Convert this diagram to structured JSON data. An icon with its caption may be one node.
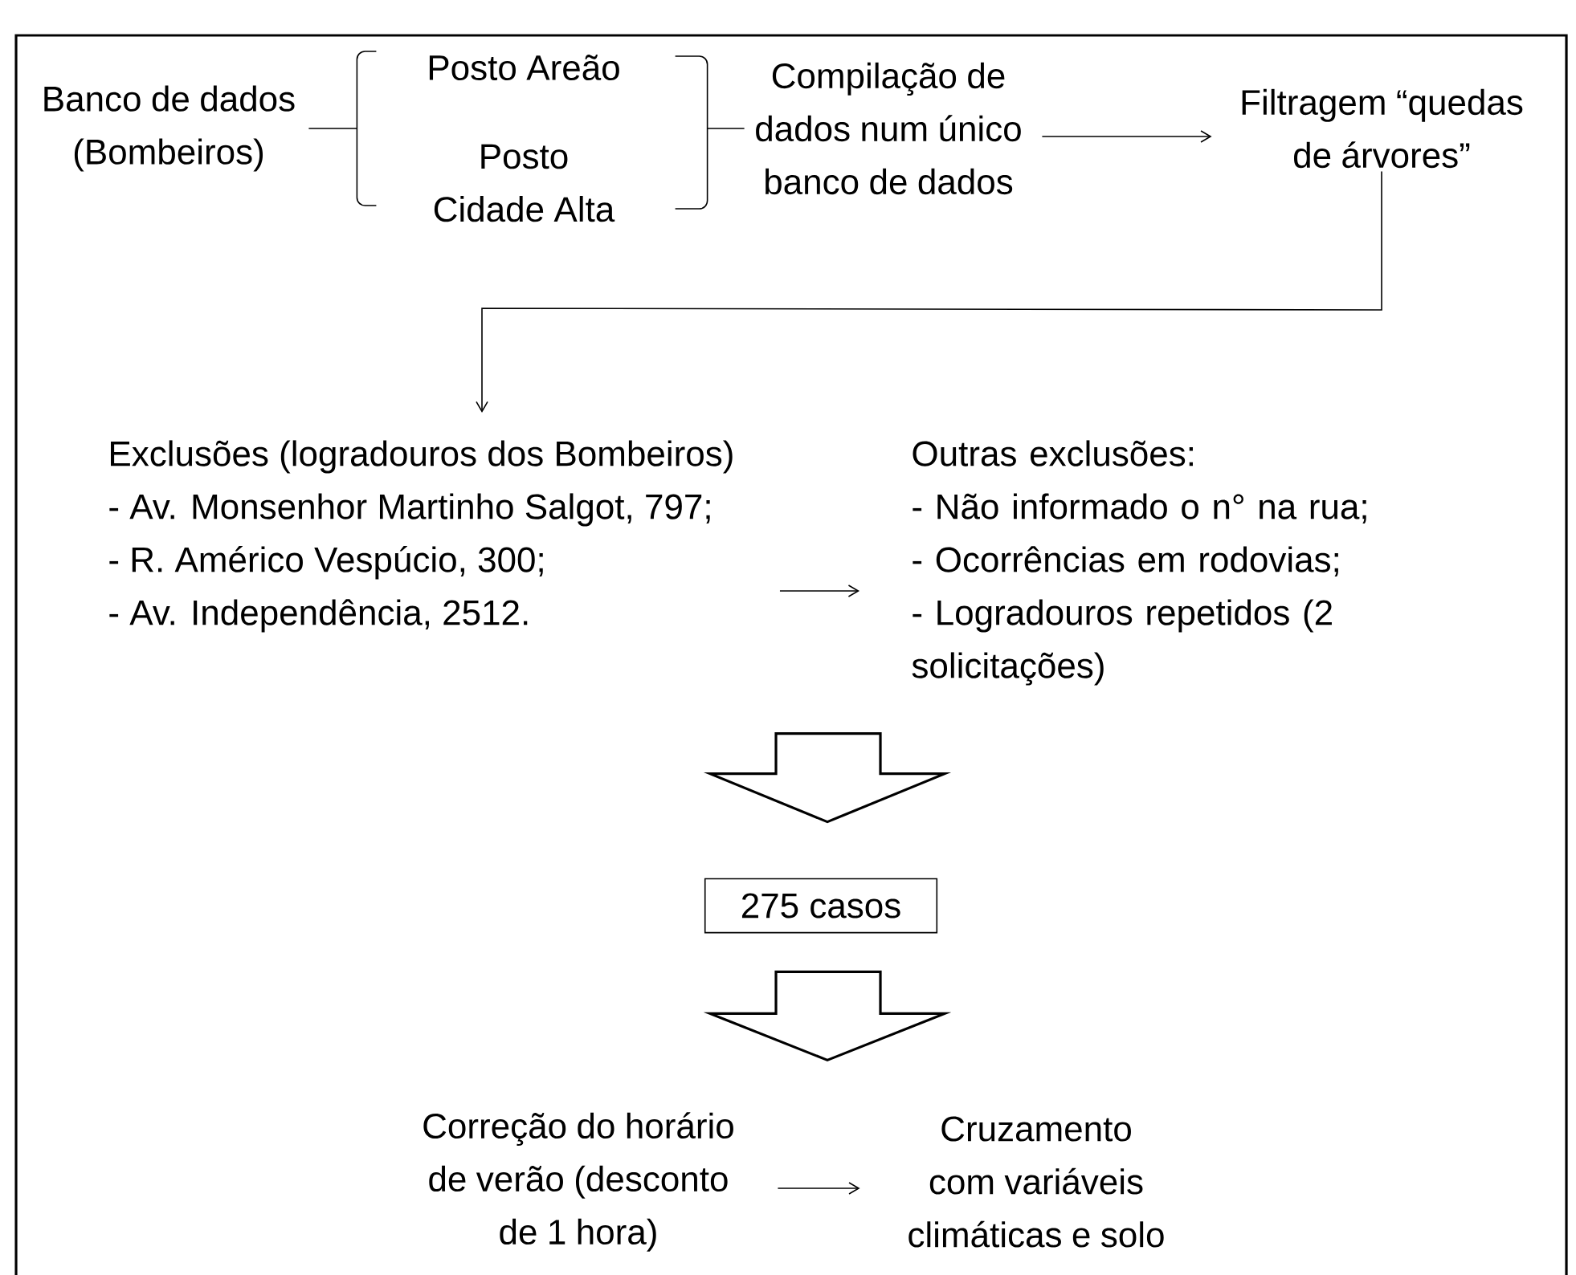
{
  "diagram": {
    "nodes": [
      {
        "text": [
          "Banco de dados (Bombeiros)"
        ]
      },
      {
        "text": [
          "Posto Areão"
        ]
      },
      {
        "text": [
          "Posto Cidade Alta"
        ]
      },
      {
        "text": [
          "Compilação de dados num único banco de dados"
        ]
      },
      {
        "text": [
          "Filtragem “quedas de árvores”"
        ]
      },
      {
        "text": [
          "Exclusões (logradouros dos Bombeiros)",
          "- Av. Monsenhor Martinho Salgot, 797;",
          "- R. Américo Vespúcio, 300;",
          "- Av. Independência, 2512."
        ]
      },
      {
        "text": [
          "Outras exclusões:",
          "- Não informado o n° na rua;",
          "- Ocorrências em rodovias;",
          "- Logradouros repetidos (2 solicitações)"
        ]
      },
      {
        "text": [
          "275 casos"
        ]
      },
      {
        "text": [
          "Correção do horário de verão (desconto de 1 hora)"
        ]
      },
      {
        "text": [
          "Cruzamento com variáveis climáticas e solo"
        ]
      }
    ],
    "edges": [
      {
        "from": 0,
        "to": 1,
        "arrow": "none"
      },
      {
        "from": 0,
        "to": 2,
        "arrow": "none"
      },
      {
        "from": 1,
        "to": 3,
        "arrow": "none"
      },
      {
        "from": 2,
        "to": 3,
        "arrow": "none"
      },
      {
        "from": 3,
        "to": 4,
        "arrow": "to"
      },
      {
        "from": 4,
        "to": 5,
        "arrow": "to"
      },
      {
        "from": 5,
        "to": 6,
        "arrow": "to"
      },
      {
        "from": 6,
        "to": 7,
        "arrow": "to",
        "style": "thick"
      },
      {
        "from": 7,
        "to": 8,
        "arrow": "to",
        "style": "thick"
      },
      {
        "from": 8,
        "to": 9,
        "arrow": "to"
      }
    ]
  }
}
